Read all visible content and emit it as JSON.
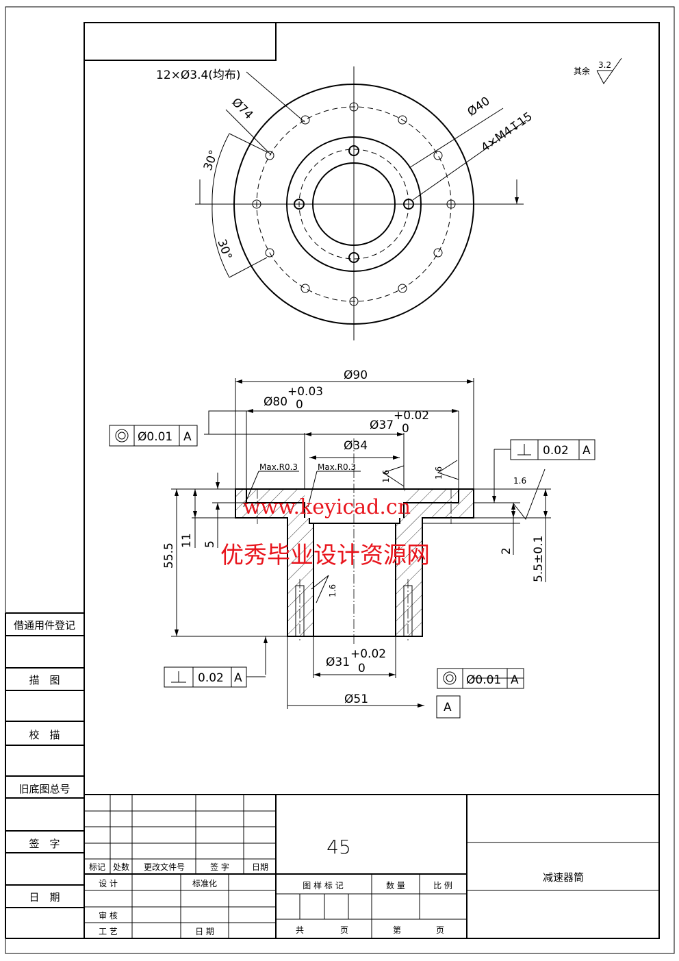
{
  "top_view": {
    "holes_note": "12×Ø3.4(均布)",
    "dia_74": "Ø74",
    "dia_40": "Ø40",
    "thread_note": "4×M4↧15",
    "angle_1": "30°",
    "angle_2": "30°"
  },
  "roughness_note": {
    "label": "其余",
    "value": "3.2"
  },
  "section_view": {
    "dia_90": "Ø90",
    "dia_80": "Ø80",
    "dia_80_upper": "+0.03",
    "dia_80_lower": "0",
    "dia_37": "Ø37",
    "dia_37_upper": "+0.02",
    "dia_37_lower": "0",
    "dia_34": "Ø34",
    "fillet_1": "Max.R0.3",
    "fillet_2": "Max.R0.3",
    "rough_1": "1.6",
    "rough_2": "1.6",
    "rough_3": "1.6",
    "rough_4": "1.6",
    "h_55_5": "55.5",
    "h_11": "11",
    "h_5": "5",
    "h_2": "2",
    "h_5_5": "5.5±0.1",
    "dia_31": "Ø31",
    "dia_31_upper": "+0.02",
    "dia_31_lower": "0",
    "dia_51": "Ø51",
    "datum": "A"
  },
  "tolerances": [
    {
      "symbol": "concentricity",
      "value": "Ø0.01",
      "datum": "A"
    },
    {
      "symbol": "perpendicularity",
      "value": "0.02",
      "datum": "A"
    },
    {
      "symbol": "perpendicularity",
      "value": "0.02",
      "datum": "A"
    },
    {
      "symbol": "concentricity",
      "value": "Ø0.01",
      "datum": "A"
    }
  ],
  "watermark": {
    "line1": "优秀毕业设计资源网",
    "line2": "www.keyicad.cn"
  },
  "side_strip": [
    "借通用件登记",
    "描　图",
    "校　描",
    "旧底图总号",
    "签　字",
    "日　期"
  ],
  "title_block": {
    "material": "45",
    "part_name": "减速器筒",
    "rev_headers": [
      "标记",
      "处数",
      "更改文件号",
      "签 字",
      "日期"
    ],
    "design": "设 计",
    "standardize": "标准化",
    "review": "审 核",
    "process": "工 艺",
    "date": "日 期",
    "pattern_mark": "图 样 标 记",
    "quantity": "数 量",
    "scale": "比 例",
    "total": "共",
    "page1": "页",
    "nth": "第",
    "page2": "页"
  }
}
